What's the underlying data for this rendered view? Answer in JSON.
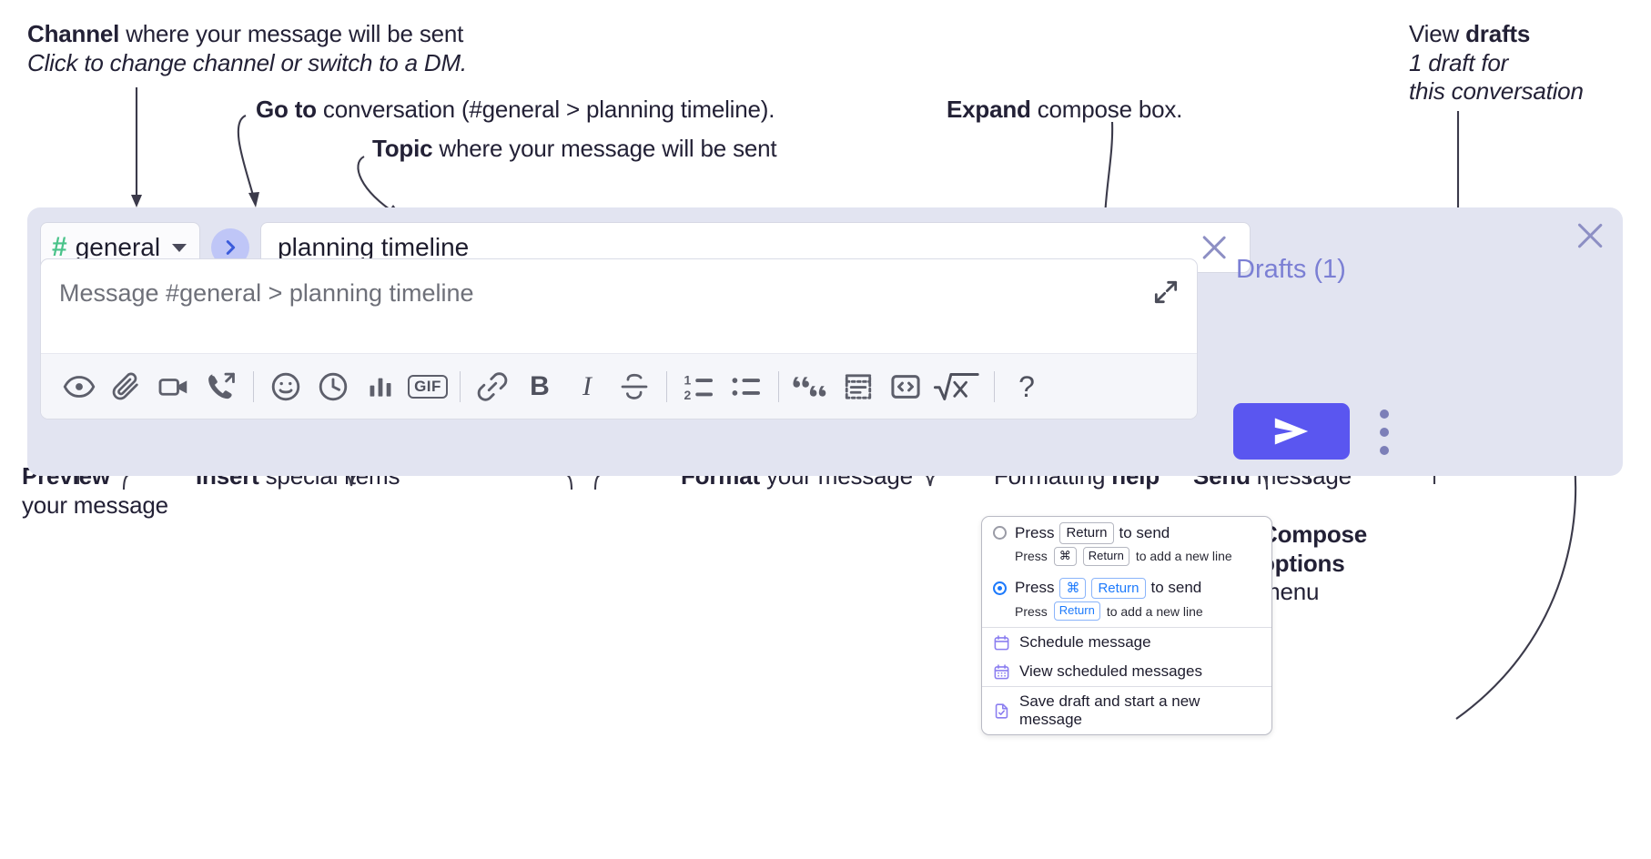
{
  "annotations": {
    "channel": {
      "bold": "Channel",
      "rest": " where your message will be sent",
      "italic": "Click to change channel or switch to a DM."
    },
    "drafts": {
      "plain": "View ",
      "bold": "drafts",
      "italic1": "1 draft for",
      "italic2": "this conversation"
    },
    "goto": {
      "bold": "Go to",
      "rest": " conversation (#general > planning timeline)."
    },
    "topic": {
      "bold": "Topic",
      "rest": " where your message will be sent"
    },
    "expand": {
      "bold": "Expand",
      "rest": " compose box."
    },
    "preview": {
      "bold": "Preview",
      "rest": "your message"
    },
    "insert": {
      "bold": "Insert",
      "rest": " special items"
    },
    "format": {
      "bold": "Format",
      "rest": " your message"
    },
    "help": {
      "plain": "Formatting ",
      "bold": "help"
    },
    "send": {
      "bold": "Send",
      "rest": " message"
    },
    "compose_options": {
      "bold1": "Compose",
      "bold2": "options",
      "plain": "menu"
    }
  },
  "compose": {
    "channel_name": "general",
    "hash": "#",
    "topic_value": "planning timeline",
    "message_placeholder": "Message #general > planning timeline",
    "drafts_label": "Drafts (1)",
    "accent_send": "#5a56f0",
    "accent_hash": "#4ac38a",
    "accent_goto": "#3b5bdb",
    "panel_bg": "#e2e4f1",
    "toolbar": [
      {
        "name": "preview-eye-icon",
        "label": "Preview"
      },
      {
        "name": "attachment-paperclip-icon",
        "label": "Attach file"
      },
      {
        "name": "video-camera-icon",
        "label": "Record video clip"
      },
      {
        "name": "phone-forward-icon",
        "label": "Record audio clip"
      },
      {
        "name": "divider",
        "label": ""
      },
      {
        "name": "emoji-smiley-icon",
        "label": "Emoji"
      },
      {
        "name": "clock-icon",
        "label": "Schedule"
      },
      {
        "name": "bar-chart-icon",
        "label": "Poll"
      },
      {
        "name": "gif-icon",
        "label": "GIF"
      },
      {
        "name": "divider",
        "label": ""
      },
      {
        "name": "link-icon",
        "label": "Link"
      },
      {
        "name": "bold-icon",
        "label": "B"
      },
      {
        "name": "italic-icon",
        "label": "I"
      },
      {
        "name": "strikethrough-icon",
        "label": "Strikethrough"
      },
      {
        "name": "divider",
        "label": ""
      },
      {
        "name": "ordered-list-icon",
        "label": "Ordered list"
      },
      {
        "name": "bulleted-list-icon",
        "label": "Bulleted list"
      },
      {
        "name": "divider",
        "label": ""
      },
      {
        "name": "blockquote-icon",
        "label": "Blockquote"
      },
      {
        "name": "code-block-icon",
        "label": "Code block"
      },
      {
        "name": "inline-code-icon",
        "label": "Code"
      },
      {
        "name": "math-icon",
        "label": "Math"
      },
      {
        "name": "divider",
        "label": ""
      },
      {
        "name": "help-question-icon",
        "label": "?"
      }
    ]
  },
  "menu": {
    "options": [
      {
        "selected": false,
        "main_prefix": "Press",
        "main_key": "Return",
        "main_suffix": "to send",
        "sub_prefix": "Press",
        "sub_key1": "⌘",
        "sub_key2": "Return",
        "sub_suffix": "to add a new line"
      },
      {
        "selected": true,
        "main_prefix": "Press",
        "main_key1": "⌘",
        "main_key2": "Return",
        "main_suffix": "to send",
        "sub_prefix": "Press",
        "sub_key": "Return",
        "sub_suffix": "to add a new line"
      }
    ],
    "items": [
      {
        "icon": "calendar-icon",
        "label": "Schedule message"
      },
      {
        "icon": "calendar-grid-icon",
        "label": "View scheduled messages"
      },
      {
        "icon": "save-draft-icon",
        "label": "Save draft and start a new message"
      }
    ],
    "icon_color": "#8b7ef0"
  }
}
